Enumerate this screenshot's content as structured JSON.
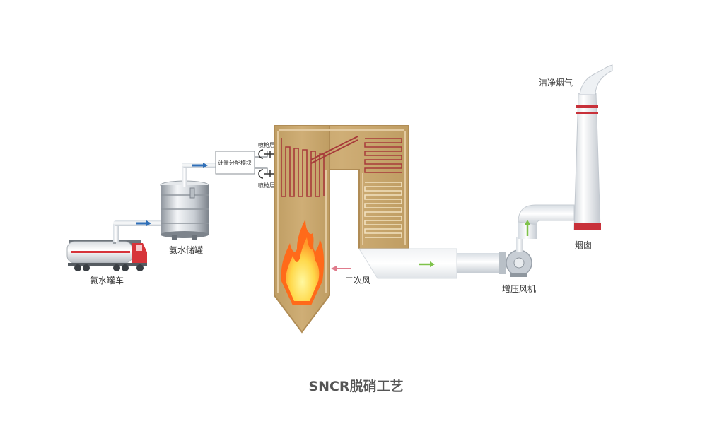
{
  "labels": {
    "tanker": "氨水罐车",
    "storage_tank": "氨水储罐",
    "metering_module": "计量分配模块",
    "spray_layer_top": "喷枪层",
    "spray_layer_bottom": "喷枪层",
    "secondary_air": "二次风",
    "booster_fan": "增压风机",
    "chimney": "烟囱",
    "clean_flue_gas": "洁净烟气"
  },
  "caption": "SNCR脱硝工艺",
  "colors": {
    "boiler": "#c8a76e",
    "boiler_border": "#b08c55",
    "coil": "#a73a3a",
    "stripe": "#c8313a",
    "flow_arrow": "#2f6fb8",
    "green_arrow": "#7ec24a",
    "air_arrow": "#e07b8c",
    "truck_cab": "#d7343a",
    "flame_outer": "#ff6a1a",
    "flame_inner": "#fff46e"
  }
}
